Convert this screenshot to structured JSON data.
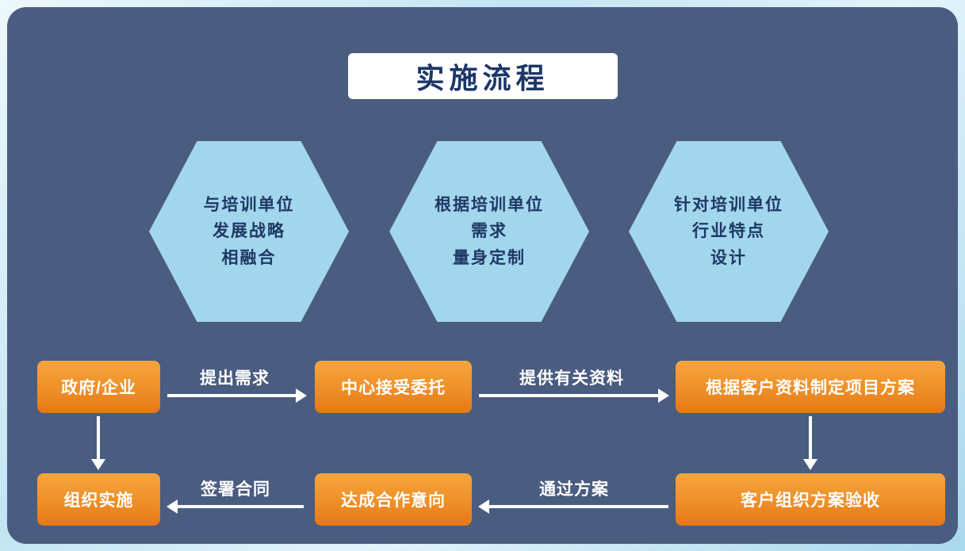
{
  "title": "实施流程",
  "hexagons": [
    {
      "name": "strategy-fit",
      "lines": [
        "与培训单位",
        "发展战略",
        "相融合"
      ]
    },
    {
      "name": "tailored",
      "lines": [
        "根据培训单位",
        "需求",
        "量身定制"
      ]
    },
    {
      "name": "industry",
      "lines": [
        "针对培训单位",
        "行业特点",
        "设计"
      ]
    }
  ],
  "flow": {
    "nodes": {
      "government": "政府/企业",
      "accept": "中心接受委托",
      "plan": "根据客户资料制定项目方案",
      "implement": "组织实施",
      "agree": "达成合作意向",
      "review": "客户组织方案验收"
    },
    "arrows": {
      "propose": "提出需求",
      "provide": "提供有关资料",
      "approve": "通过方案",
      "sign": "签署合同"
    }
  },
  "colors": {
    "panel": "#4a5c80",
    "hexagon_fill": "#a2d6ec",
    "hexagon_text": "#1f3864",
    "box_gradient_top": "#f6a53e",
    "box_gradient_bottom": "#e67716",
    "title_text": "#1c3668",
    "arrow": "#ffffff"
  }
}
